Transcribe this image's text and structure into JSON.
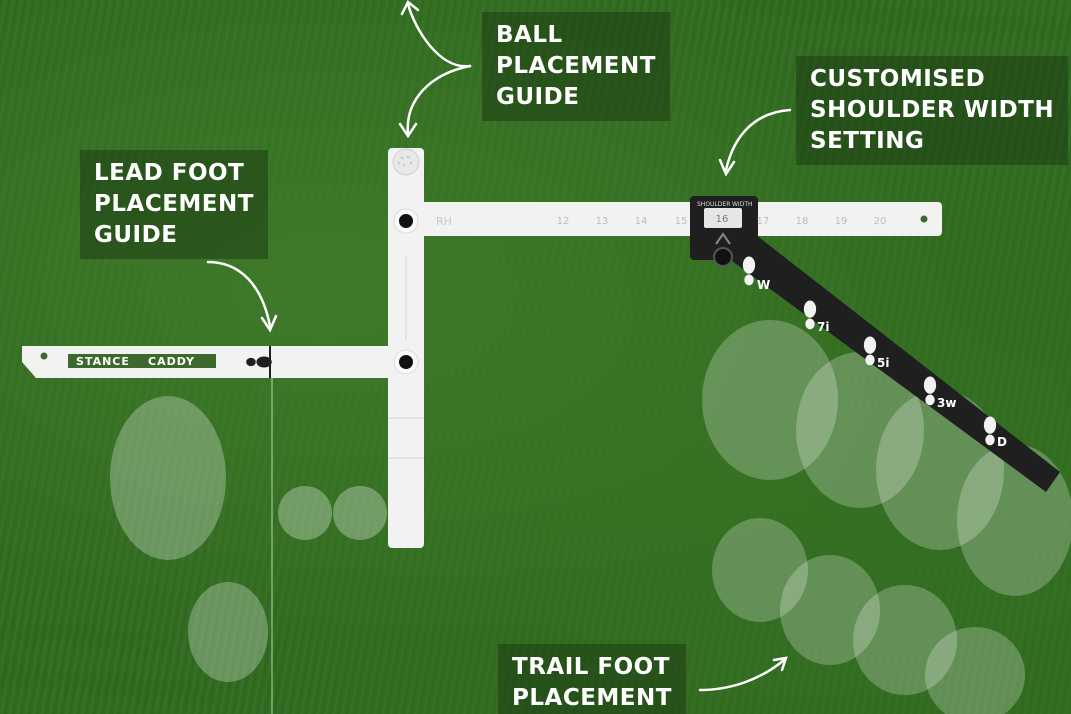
{
  "callouts": {
    "ball": [
      "BALL",
      "PLACEMENT",
      "GUIDE"
    ],
    "shoulder": [
      "CUSTOMISED",
      "SHOULDER WIDTH",
      "SETTING"
    ],
    "lead": [
      "LEAD FOOT",
      "PLACEMENT",
      "GUIDE"
    ],
    "trail": [
      "TRAIL FOOT",
      "PLACEMENT"
    ]
  },
  "ruler": {
    "rh_label": "RH",
    "scale": [
      "12",
      "13",
      "14",
      "15",
      "16",
      "17",
      "18",
      "19",
      "20"
    ],
    "slider_labels": [
      "SHOULDER",
      "WIDTH"
    ]
  },
  "brand": {
    "part1": "STANCE",
    "part2": "CADDY"
  },
  "club_markers": [
    "W",
    "7i",
    "5i",
    "3w",
    "D"
  ],
  "icons": [
    "arrow-icon",
    "footprint-icon",
    "golf-ball-icon",
    "pivot-knob-icon"
  ],
  "colors": {
    "grass": "#2f6a1f",
    "ruler": "#f2f2f2",
    "dark_arm": "#1f1f1f",
    "brand_green": "#3c6a2c"
  }
}
